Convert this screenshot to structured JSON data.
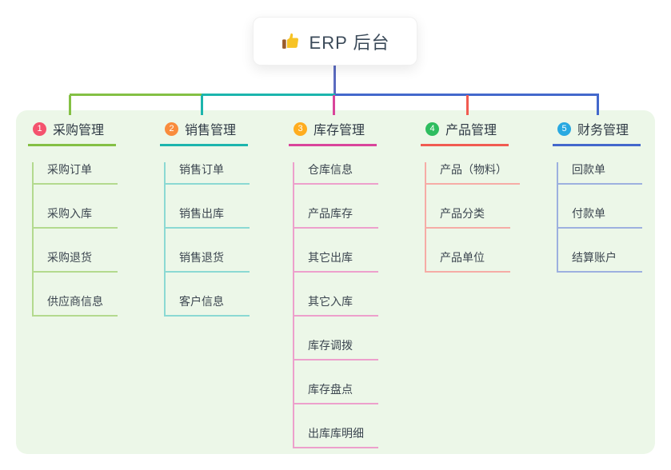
{
  "root": {
    "title": "ERP 后台",
    "icon": "thumbs-up-icon"
  },
  "branches": [
    {
      "badge": "1",
      "label": "采购管理",
      "color": "#84c044",
      "light_color": "#b3da8e",
      "badge_color": "#f4536e",
      "children": [
        "采购订单",
        "采购入库",
        "采购退货",
        "供应商信息"
      ]
    },
    {
      "badge": "2",
      "label": "销售管理",
      "color": "#1cb5ad",
      "light_color": "#8bd9d3",
      "badge_color": "#f98c3d",
      "children": [
        "销售订单",
        "销售出库",
        "销售退货",
        "客户信息"
      ]
    },
    {
      "badge": "3",
      "label": "库存管理",
      "color": "#d9449b",
      "light_color": "#eda0cc",
      "badge_color": "#ffad1f",
      "children": [
        "仓库信息",
        "产品库存",
        "其它出库",
        "其它入库",
        "库存调拨",
        "库存盘点",
        "出库库明细"
      ]
    },
    {
      "badge": "4",
      "label": "产品管理",
      "color": "#f15b51",
      "light_color": "#f6aca6",
      "badge_color": "#2ebd5f",
      "children": [
        "产品（物料）",
        "产品分类",
        "产品单位"
      ]
    },
    {
      "badge": "5",
      "label": "财务管理",
      "color": "#4368cc",
      "light_color": "#9db0df",
      "badge_color": "#29a9e1",
      "children": [
        "回款单",
        "付款单",
        "结算账户"
      ]
    }
  ],
  "colors": {
    "panel_bg": "#ecf7e8",
    "root_line": "#5b6bc0",
    "thumb_gold": "#f7c325",
    "thumb_cuff": "#9a5b2b"
  }
}
